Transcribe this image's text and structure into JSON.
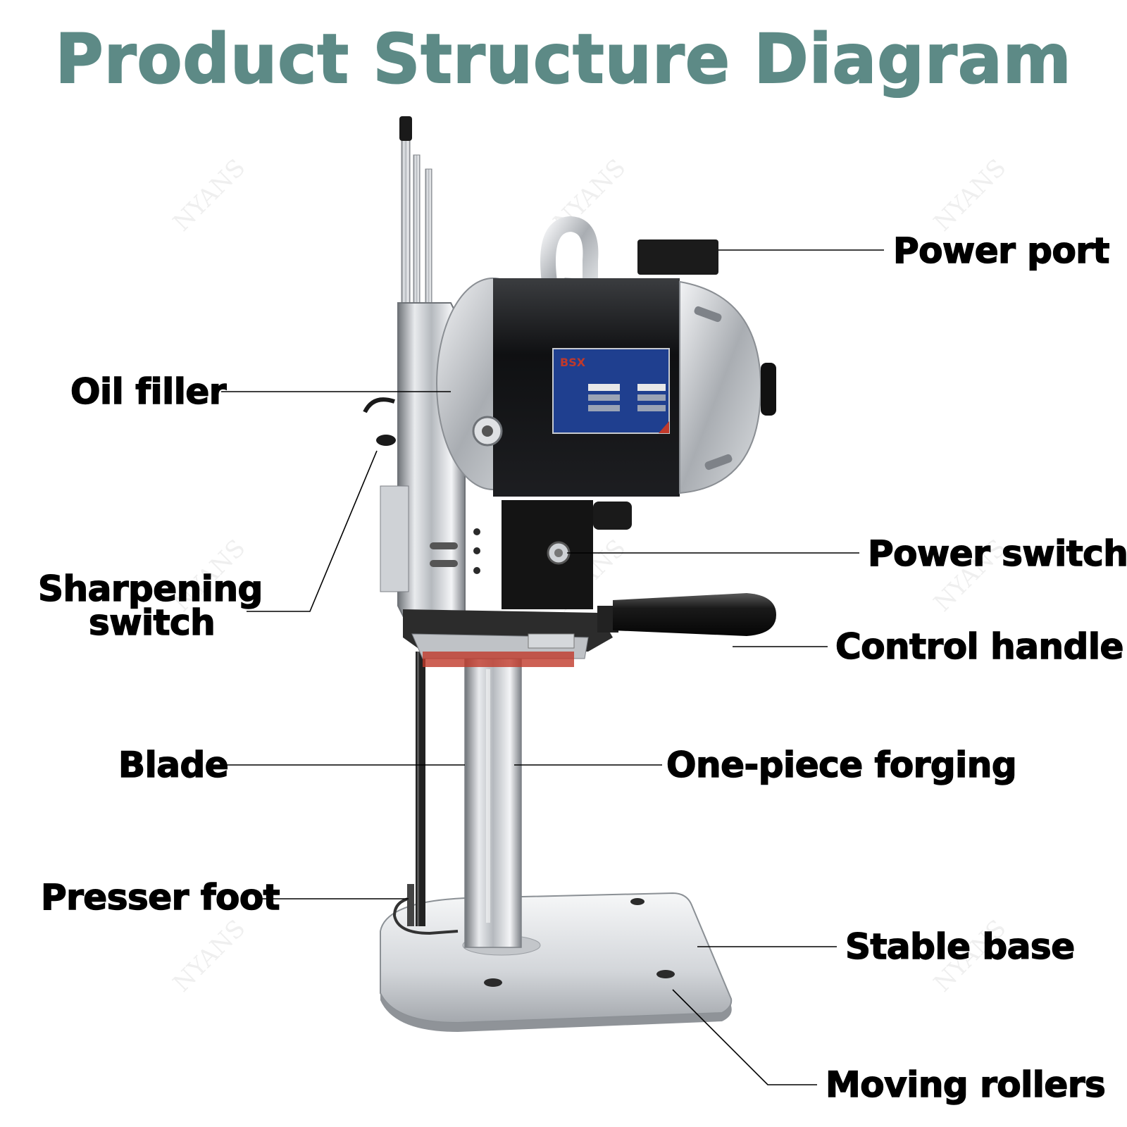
{
  "title": "Product Structure Diagram",
  "watermark": "NYANS",
  "nameplate": {
    "brand": "BSX"
  },
  "labels": {
    "power_port": "Power port",
    "oil_filler": "Oil filler",
    "power_switch": "Power switch",
    "sharpening_switch_l1": "Sharpening",
    "sharpening_switch_l2": "switch",
    "control_handle": "Control handle",
    "blade": "Blade",
    "one_piece_forging": "One-piece forging",
    "presser_foot": "Presser foot",
    "stable_base": "Stable base",
    "moving_rollers": "Moving rollers"
  },
  "colors": {
    "title": "#5d8a86",
    "label": "#000000",
    "nameplate": "#1f3f8f",
    "plate_accent": "#c0392b"
  }
}
